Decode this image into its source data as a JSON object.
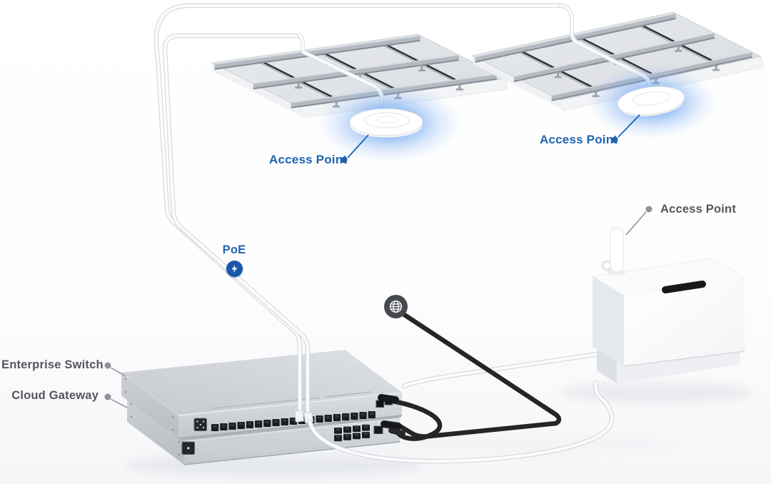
{
  "diagram": {
    "labels": {
      "access_point_1": "Access Point",
      "access_point_2": "Access Point",
      "access_point_3": "Access Point",
      "poe": "PoE",
      "enterprise_switch": "Enterprise Switch",
      "cloud_gateway": "Cloud Gateway"
    },
    "icons": {
      "poe_badge": "lightning-bolt-icon",
      "internet_badge": "globe-icon"
    },
    "devices": {
      "switch_visible_ports": 19,
      "switch_uplink_ports": 2,
      "gateway_lan_ports": 8,
      "gateway_wan_ports": 1,
      "ceiling_access_points": 2,
      "desktop_access_points": 1
    },
    "colors": {
      "label_blue": "#1d64b0",
      "label_dark": "#53575c",
      "poe_badge_bg": "#1a57a8",
      "globe_badge_bg": "#46494e",
      "ap_glow_blue": "#5d9af0",
      "cable_white": "#fbfcfd",
      "cable_black": "#232527",
      "device_gray": "#ced2d7"
    }
  }
}
